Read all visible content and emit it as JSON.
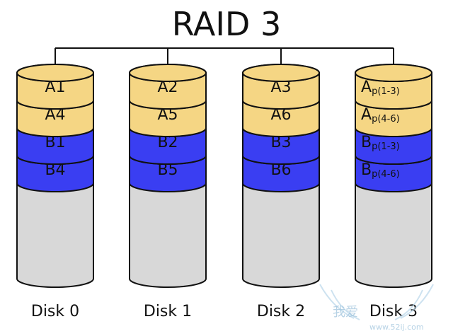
{
  "title": "RAID 3",
  "colors": {
    "a_block": "#f5d684",
    "b_block": "#3a3ef2",
    "empty": "#d8d8d8",
    "stroke": "#111111",
    "wire": "#111111"
  },
  "disks": [
    {
      "label": "Disk 0",
      "blocks": [
        {
          "text": "A1",
          "sub": "",
          "type": "a"
        },
        {
          "text": "A4",
          "sub": "",
          "type": "a"
        },
        {
          "text": "B1",
          "sub": "",
          "type": "b"
        },
        {
          "text": "B4",
          "sub": "",
          "type": "b"
        }
      ]
    },
    {
      "label": "Disk 1",
      "blocks": [
        {
          "text": "A2",
          "sub": "",
          "type": "a"
        },
        {
          "text": "A5",
          "sub": "",
          "type": "a"
        },
        {
          "text": "B2",
          "sub": "",
          "type": "b"
        },
        {
          "text": "B5",
          "sub": "",
          "type": "b"
        }
      ]
    },
    {
      "label": "Disk 2",
      "blocks": [
        {
          "text": "A3",
          "sub": "",
          "type": "a"
        },
        {
          "text": "A6",
          "sub": "",
          "type": "a"
        },
        {
          "text": "B3",
          "sub": "",
          "type": "b"
        },
        {
          "text": "B6",
          "sub": "",
          "type": "b"
        }
      ]
    },
    {
      "label": "Disk 3",
      "blocks": [
        {
          "text": "A",
          "sub": "p(1-3)",
          "type": "a"
        },
        {
          "text": "A",
          "sub": "p(4-6)",
          "type": "a"
        },
        {
          "text": "B",
          "sub": "p(1-3)",
          "type": "b"
        },
        {
          "text": "B",
          "sub": "p(4-6)",
          "type": "b"
        }
      ]
    }
  ],
  "watermark": {
    "text": "我爱",
    "url": "www.52ij.com"
  }
}
